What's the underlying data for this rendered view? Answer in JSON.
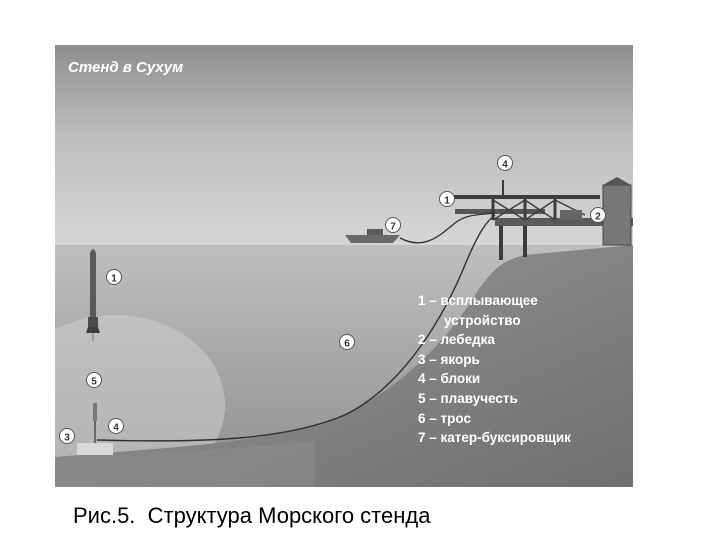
{
  "figure": {
    "title": "Стенд в Сухум",
    "caption": "Рис.5.  Структура Морского стенда"
  },
  "markers": [
    "1",
    "2",
    "4",
    "7",
    "1",
    "6",
    "5",
    "4",
    "3"
  ],
  "legend": {
    "items": [
      {
        "label": "1 – всплывающее"
      },
      {
        "label": "устройство"
      },
      {
        "label": "2 – лебедка"
      },
      {
        "label": "3 – якорь"
      },
      {
        "label": "4 – блоки"
      },
      {
        "label": "5 – плавучесть"
      },
      {
        "label": "6 – трос"
      },
      {
        "label": "7 – катер-буксировщик"
      }
    ]
  }
}
